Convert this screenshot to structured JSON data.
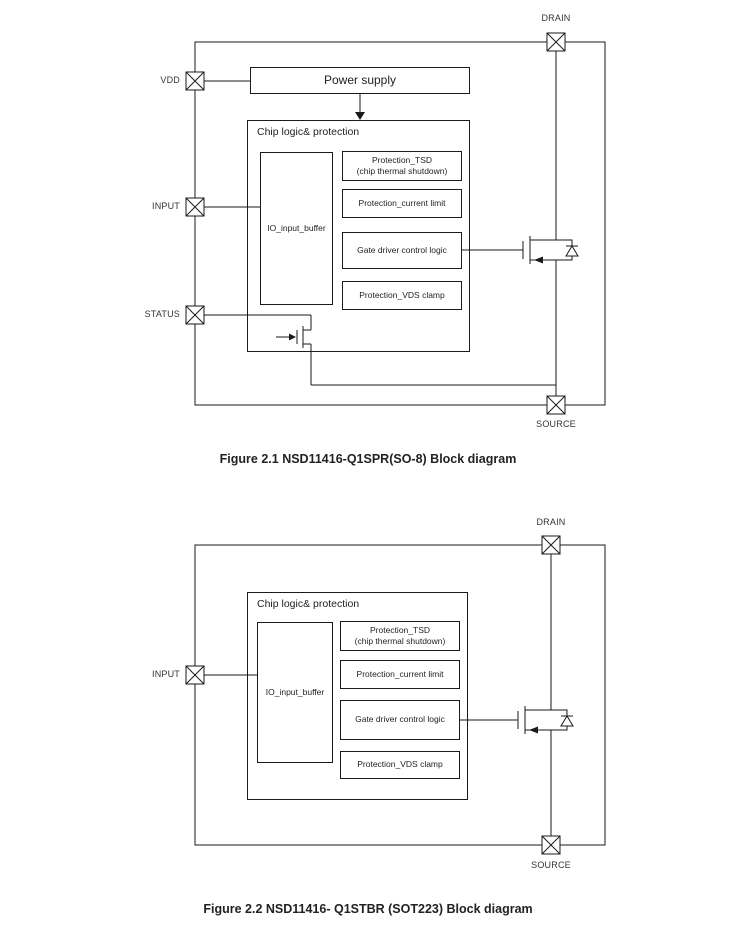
{
  "figure1": {
    "pins": {
      "vdd": "VDD",
      "input": "INPUT",
      "status": "STATUS",
      "drain": "DRAIN",
      "source": "SOURCE"
    },
    "blocks": {
      "power_supply": "Power supply",
      "chip_logic": "Chip logic& protection",
      "io_buffer": "IO_input_buffer",
      "tsd_line1": "Protection_TSD",
      "tsd_line2": "(chip thermal shutdown)",
      "current_limit": "Protection_current limit",
      "gate_driver": "Gate driver control logic",
      "vds_clamp": "Protection_VDS clamp"
    },
    "caption": "Figure 2.1 NSD11416-Q1SPR(SO-8) Block diagram"
  },
  "figure2": {
    "pins": {
      "input": "INPUT",
      "drain": "DRAIN",
      "source": "SOURCE"
    },
    "blocks": {
      "chip_logic": "Chip logic& protection",
      "io_buffer": "IO_input_buffer",
      "tsd_line1": "Protection_TSD",
      "tsd_line2": "(chip thermal shutdown)",
      "current_limit": "Protection_current limit",
      "gate_driver": "Gate driver control logic",
      "vds_clamp": "Protection_VDS clamp"
    },
    "caption": "Figure 2.2 NSD11416- Q1STBR (SOT223) Block diagram"
  },
  "colors": {
    "line": "#1a1a1a",
    "text": "#1f1f1f",
    "background": "#ffffff"
  }
}
